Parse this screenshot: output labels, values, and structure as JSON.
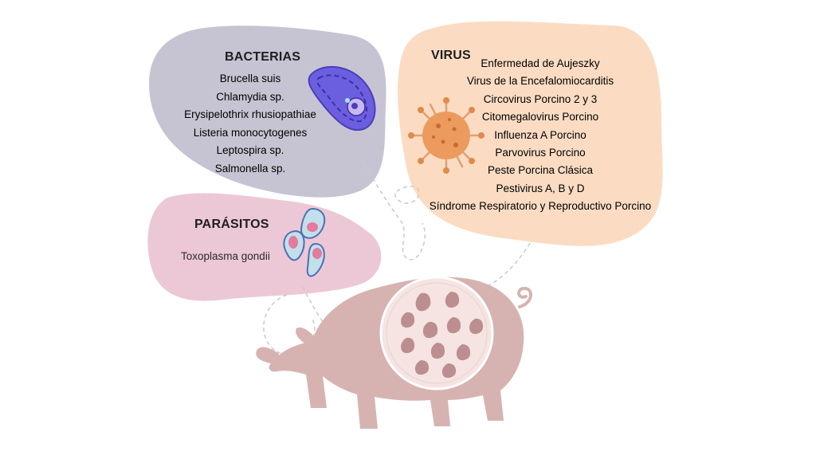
{
  "bacteria": {
    "title": "BACTERIAS",
    "items": [
      "Brucella suis",
      "Chlamydia sp.",
      "Erysipelothrix rhusiopathiae",
      "Listeria monocytogenes",
      "Leptospira sp.",
      "Salmonella sp."
    ],
    "blob_color": "#c6c4d3",
    "icon": "bacterium-icon"
  },
  "virus": {
    "title": "VIRUS",
    "items": [
      "Enfermedad de Aujeszky",
      "Virus de la Encefalomiocarditis",
      "Circovirus Porcino 2 y 3",
      "Citomegalovirus Porcino",
      "Influenza A Porcino",
      "Parvovirus Porcino",
      "Peste Porcina Clásica",
      "Pestivirus A, B y D",
      "Síndrome Respiratorio y Reproductivo Porcino"
    ],
    "blob_color": "#fbdcc3",
    "icon": "virus-icon"
  },
  "parasites": {
    "title": "PARÁSITOS",
    "items": [
      "Toxoplasma gondii"
    ],
    "blob_color": "#ecc8d6",
    "icon": "toxoplasma-icon"
  },
  "pig": {
    "color": "#d6b3b1",
    "icon": "pig-icon",
    "inset_icon": "fetus-cluster-icon"
  }
}
